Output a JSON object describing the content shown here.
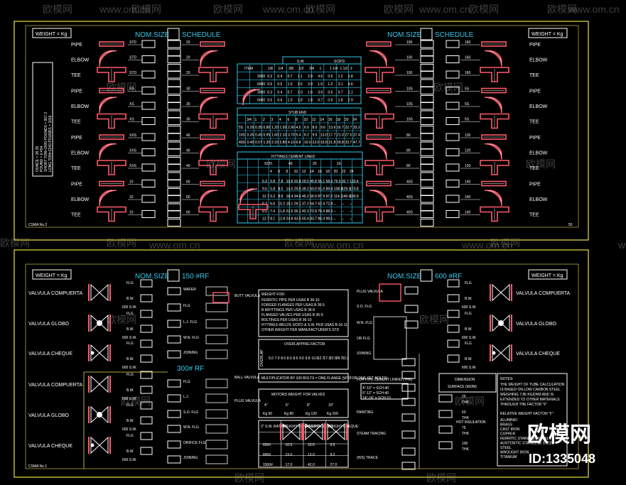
{
  "sheet1": {
    "weight_label": "WEIGHT = Kg",
    "nom_size_label": "NOM.SIZE",
    "schedule_label": "SCHEDULE",
    "sheet_no": "CSMA No.2",
    "sheet_code": "55",
    "left_items": [
      "PIPE",
      "ELBOW",
      "TEE",
      "PIPE",
      "ELBOW",
      "TEE",
      "PIPE",
      "ELBOW",
      "TEE",
      "PIPE",
      "ELBOW",
      "TEE"
    ],
    "left_codes": [
      "STD",
      "STD",
      "STD",
      "XS",
      "XS",
      "XS",
      "XXS",
      "XXS",
      "XXS",
      "10",
      "10",
      "10"
    ],
    "left_schedules": [
      "20",
      "20",
      "20",
      "30",
      "30",
      "30",
      "40",
      "40",
      "40",
      "60",
      "60",
      "60"
    ],
    "right_items": [
      "PIPE",
      "ELBOW",
      "TEE",
      "PIPE",
      "ELBOW",
      "TEE",
      "PIPE",
      "ELBOW",
      "TEE",
      "PIPE",
      "ELBOW",
      "TEE"
    ],
    "right_schedules": [
      "160",
      "160",
      "160",
      "5S",
      "5S",
      "5S",
      "120",
      "120",
      "120",
      "140",
      "140",
      "140"
    ],
    "right_codes": [
      "100",
      "100",
      "100",
      "10S",
      "10S",
      "10S",
      "80",
      "80",
      "80",
      "40S",
      "40S",
      "40S"
    ],
    "legend_box": [
      "OUNCE = 28.35",
      "POUND = 0.454",
      "SHORT TON=2000 POUNDS = 907.2",
      "LONG TON=2240 POUNDS = 1016"
    ],
    "sw_table": {
      "head": [
        "ITEM",
        "S.W.",
        "SCR'D"
      ],
      "cols": [
        "1/8",
        "1/4",
        "3/8",
        "1/2",
        "3/4",
        "1",
        "1 1/4",
        "1 1/2",
        "2"
      ],
      "rows": [
        [
          "3000",
          "0.3",
          "0.4",
          "0.7",
          "1.1",
          "2.0",
          "4.6",
          "0.9",
          "1.2",
          "1.8"
        ],
        [
          "6000",
          "0.5",
          "0.5",
          "1.5",
          "3.5",
          "3.9",
          "1.0",
          "1.2",
          "3.1",
          "6.6"
        ],
        [
          "3000",
          "0.3",
          "0.4",
          "0.7",
          "1.0",
          "1.6",
          "3.0",
          "0.6",
          "0.7",
          "1.1"
        ],
        [
          "6000",
          "0.5",
          "0.6",
          "1.0",
          "1.8",
          "2.8",
          "0.7",
          "0.9",
          "1.8",
          "2.9"
        ]
      ]
    },
    "stub_table": {
      "title": "STUB END",
      "cols": [
        "3/4",
        "1",
        "2",
        "3",
        "4",
        "6",
        "8",
        "10",
        "12",
        "14",
        "16",
        "18",
        "20",
        "24"
      ],
      "rows": [
        [
          "5S",
          "0.29",
          "0.35",
          "0.80",
          "1.20",
          "1.50",
          "2.90",
          "4.5",
          "6.0",
          "8.0",
          "9.6",
          "13.6",
          "16.7",
          "22.7",
          "33.2"
        ],
        [
          "10S",
          "0.35",
          "0.45",
          "0.95",
          "1.60",
          "2.10",
          "3.70",
          "5.4",
          "8.2",
          "9.6",
          "13.0",
          "17.7",
          "21.0",
          "27.5",
          "37.4"
        ],
        [
          "40S",
          "0.40",
          "0.57",
          "1.30",
          "2.10",
          "2.80",
          "4.10",
          "6.8",
          "10.0",
          "13.0",
          "16.8",
          "21.8",
          "29.8",
          "33.7",
          "47.7"
        ]
      ]
    },
    "cement_table": {
      "title": "FITTINGS CEMENT LINED",
      "cols": [
        "SCH.",
        "40",
        "20",
        "10"
      ],
      "sizes": [
        "4",
        "6",
        "8",
        "10",
        "12",
        "14",
        "16",
        "18",
        "20",
        "22",
        "24"
      ],
      "rows": [
        [
          "6.3",
          "5.8",
          "7.8",
          "10.8",
          "20.8",
          "29.5",
          "45.8",
          "55.1",
          "58.6",
          "76.5",
          "92.7",
          "133.4"
        ],
        [
          "9.5",
          "5.8",
          "8.5",
          "14.0",
          "29.0",
          "39.2",
          "60.0",
          "81.6",
          "89.4",
          "108.8",
          "129.0",
          "173.8"
        ],
        [
          "12.7",
          "6.2",
          "8.8",
          "18.4",
          "34.6",
          "45.2",
          "66.9",
          "87.9",
          "97.2",
          "114.1",
          "140.0",
          "190.9"
        ],
        [
          "6.3",
          "6.6",
          "10.2",
          "18.1",
          "29.1",
          "37.2",
          "64.7",
          "62.4",
          "72.8",
          "–",
          "–",
          "–"
        ],
        [
          "9.5",
          "7.4",
          "11.8",
          "22.5",
          "35.1",
          "42.3",
          "72.9",
          "76.4",
          "88.3",
          "–",
          "–",
          "–"
        ],
        [
          "12.7",
          "8.1",
          "12.8",
          "24.8",
          "43.5",
          "50.4",
          "83.7",
          "86.3",
          "99.1",
          "–",
          "–",
          "–"
        ]
      ]
    }
  },
  "sheet2": {
    "weight_label": "WEIGHT = Kg",
    "nom_size_label": "NOM.SIZE",
    "rating_150": "150 #RF",
    "rating_300": "300# RF",
    "rating_600": "600 #RF",
    "sheet_no": "CSMA No.1",
    "left_valves": [
      "VALVULA COMPUERTA",
      "VALVULA GLOBO",
      "VALVULA CHEQUE",
      "VALVULA COMPUERTA",
      "VALVULA GLOBO",
      "VALVULA CHEQUE"
    ],
    "right_valves": [
      "VALVULA COMPUERTA",
      "VALVULA GLOBO",
      "VALVULA CHEQUE"
    ],
    "flange_labels_150": [
      "WAFER",
      "FLG",
      "L.J. FLG",
      "W.N. FLG",
      "JOINING"
    ],
    "flange_labels_300": [
      "FLG",
      "L.J.",
      "S.O. FLG",
      "W.N. FLG",
      "ORIFICE FLG",
      "JOINING"
    ],
    "valve_types": [
      "BUTT VALVULA",
      "BALL VALVULA",
      "PLUG VALVULA"
    ],
    "weight_for": {
      "title": "WEIGHT FOR:",
      "lines": [
        "FERRITIC PIPE PER USAS B 36-10",
        "FORGED FLANGES PER USAS B 36-5",
        "B.WFITTINGS PER USAS B 36-9",
        "FLANGED VALVES PER USAS B 36-9",
        "BOLTINGS PER USAS B 36-10",
        "FITTINGS-WELDS SCR'D & S.W. PER USAS B-16-11",
        "OTHER WEIGHT PER MANUFACTURER'S STD"
      ]
    },
    "overlap": {
      "title": "OVERLAPPING FACTOR",
      "row_label": "OVERLAP",
      "values": [
        "5.0",
        "7.0",
        "8.0",
        "8.5",
        "8.6",
        "9.0",
        "9.8",
        "10.9",
        "12.7",
        "17.3",
        "22.5",
        "28.7",
        "33.3"
      ],
      "note": "MULTIPLICATOR BY 100 BOLTS = ONE FLANGE (WT/FOR ONE SET BOLTS)"
    },
    "motors": {
      "title": "MOTORS WEIGHT FOR VALVES",
      "sizes": [
        "4\"",
        "6\"",
        "8\"",
        "10\""
      ],
      "weights": [
        "Kg 50",
        "Kg 80",
        "Kg 120",
        "Kg 150"
      ]
    },
    "bottom_table": {
      "headers": [
        "2\" S.W. RATING",
        "WEIGHT COMPUERTA",
        "WEIGHT GLOBO",
        "WEIGHT CHEQUE"
      ],
      "rows": [
        [
          "600#",
          "10.5",
          "10.5",
          "9.5"
        ],
        [
          "800#",
          "13.0",
          "13.0",
          "9.2"
        ],
        [
          "1500#",
          "17.0",
          "42.0",
          "27.0"
        ]
      ]
    },
    "right_side_labels": [
      "PLUG VALVULA",
      "S.O. FLG",
      "W.N. FLG",
      "OR FLG",
      "JOINING",
      "FOR PIPE CEMENT LINING (THK)",
      "PAINTING",
      "STEAM TRACING",
      "(H/S) TRACE"
    ],
    "pipe_lining": [
      "4\"-10\" = SCH-40",
      "5\"-12\" = SCH-40",
      "14\"-24\" = SCH-10"
    ],
    "dimension": {
      "title": "DIMENSION",
      "subtitle": "SURFACE (M2/M)",
      "values": [
        "25",
        "50",
        "75",
        "100"
      ],
      "units": "THK"
    },
    "insulation_label": "HOT INSULATION",
    "notes": {
      "title": "NOTES:",
      "lines": [
        "THE WEIGHT OF TUBE CALCULATION",
        "IS BASED ON LOW CARBON STEEL",
        "WEIGHING 7.85 KG/DM3 AND IS",
        "EXTENDED TO OTHER MATERIALS",
        "THROUGH THE FACTOR \"F\""
      ],
      "factor_title": "RELATIVE WEIGHT FACTOR \"F\"",
      "materials": [
        "ALUMINIO",
        "BRASS",
        "CAST IRON",
        "COPPER",
        "FERRITIC STAINLESS STEEL",
        "AUSTENITIC STAINLESS STEEL",
        "STEEL",
        "WROUGHT IRON",
        "TITANIUM"
      ]
    }
  },
  "watermark": {
    "brand": "欧模网",
    "url": "www.om.cn",
    "id_label": "ID:1335048"
  },
  "colors": {
    "frame": "#e8e04a",
    "cyan": "#35c8e8",
    "red": "#ff5a6a",
    "white": "#ffffff",
    "green": "#9cff9c"
  }
}
